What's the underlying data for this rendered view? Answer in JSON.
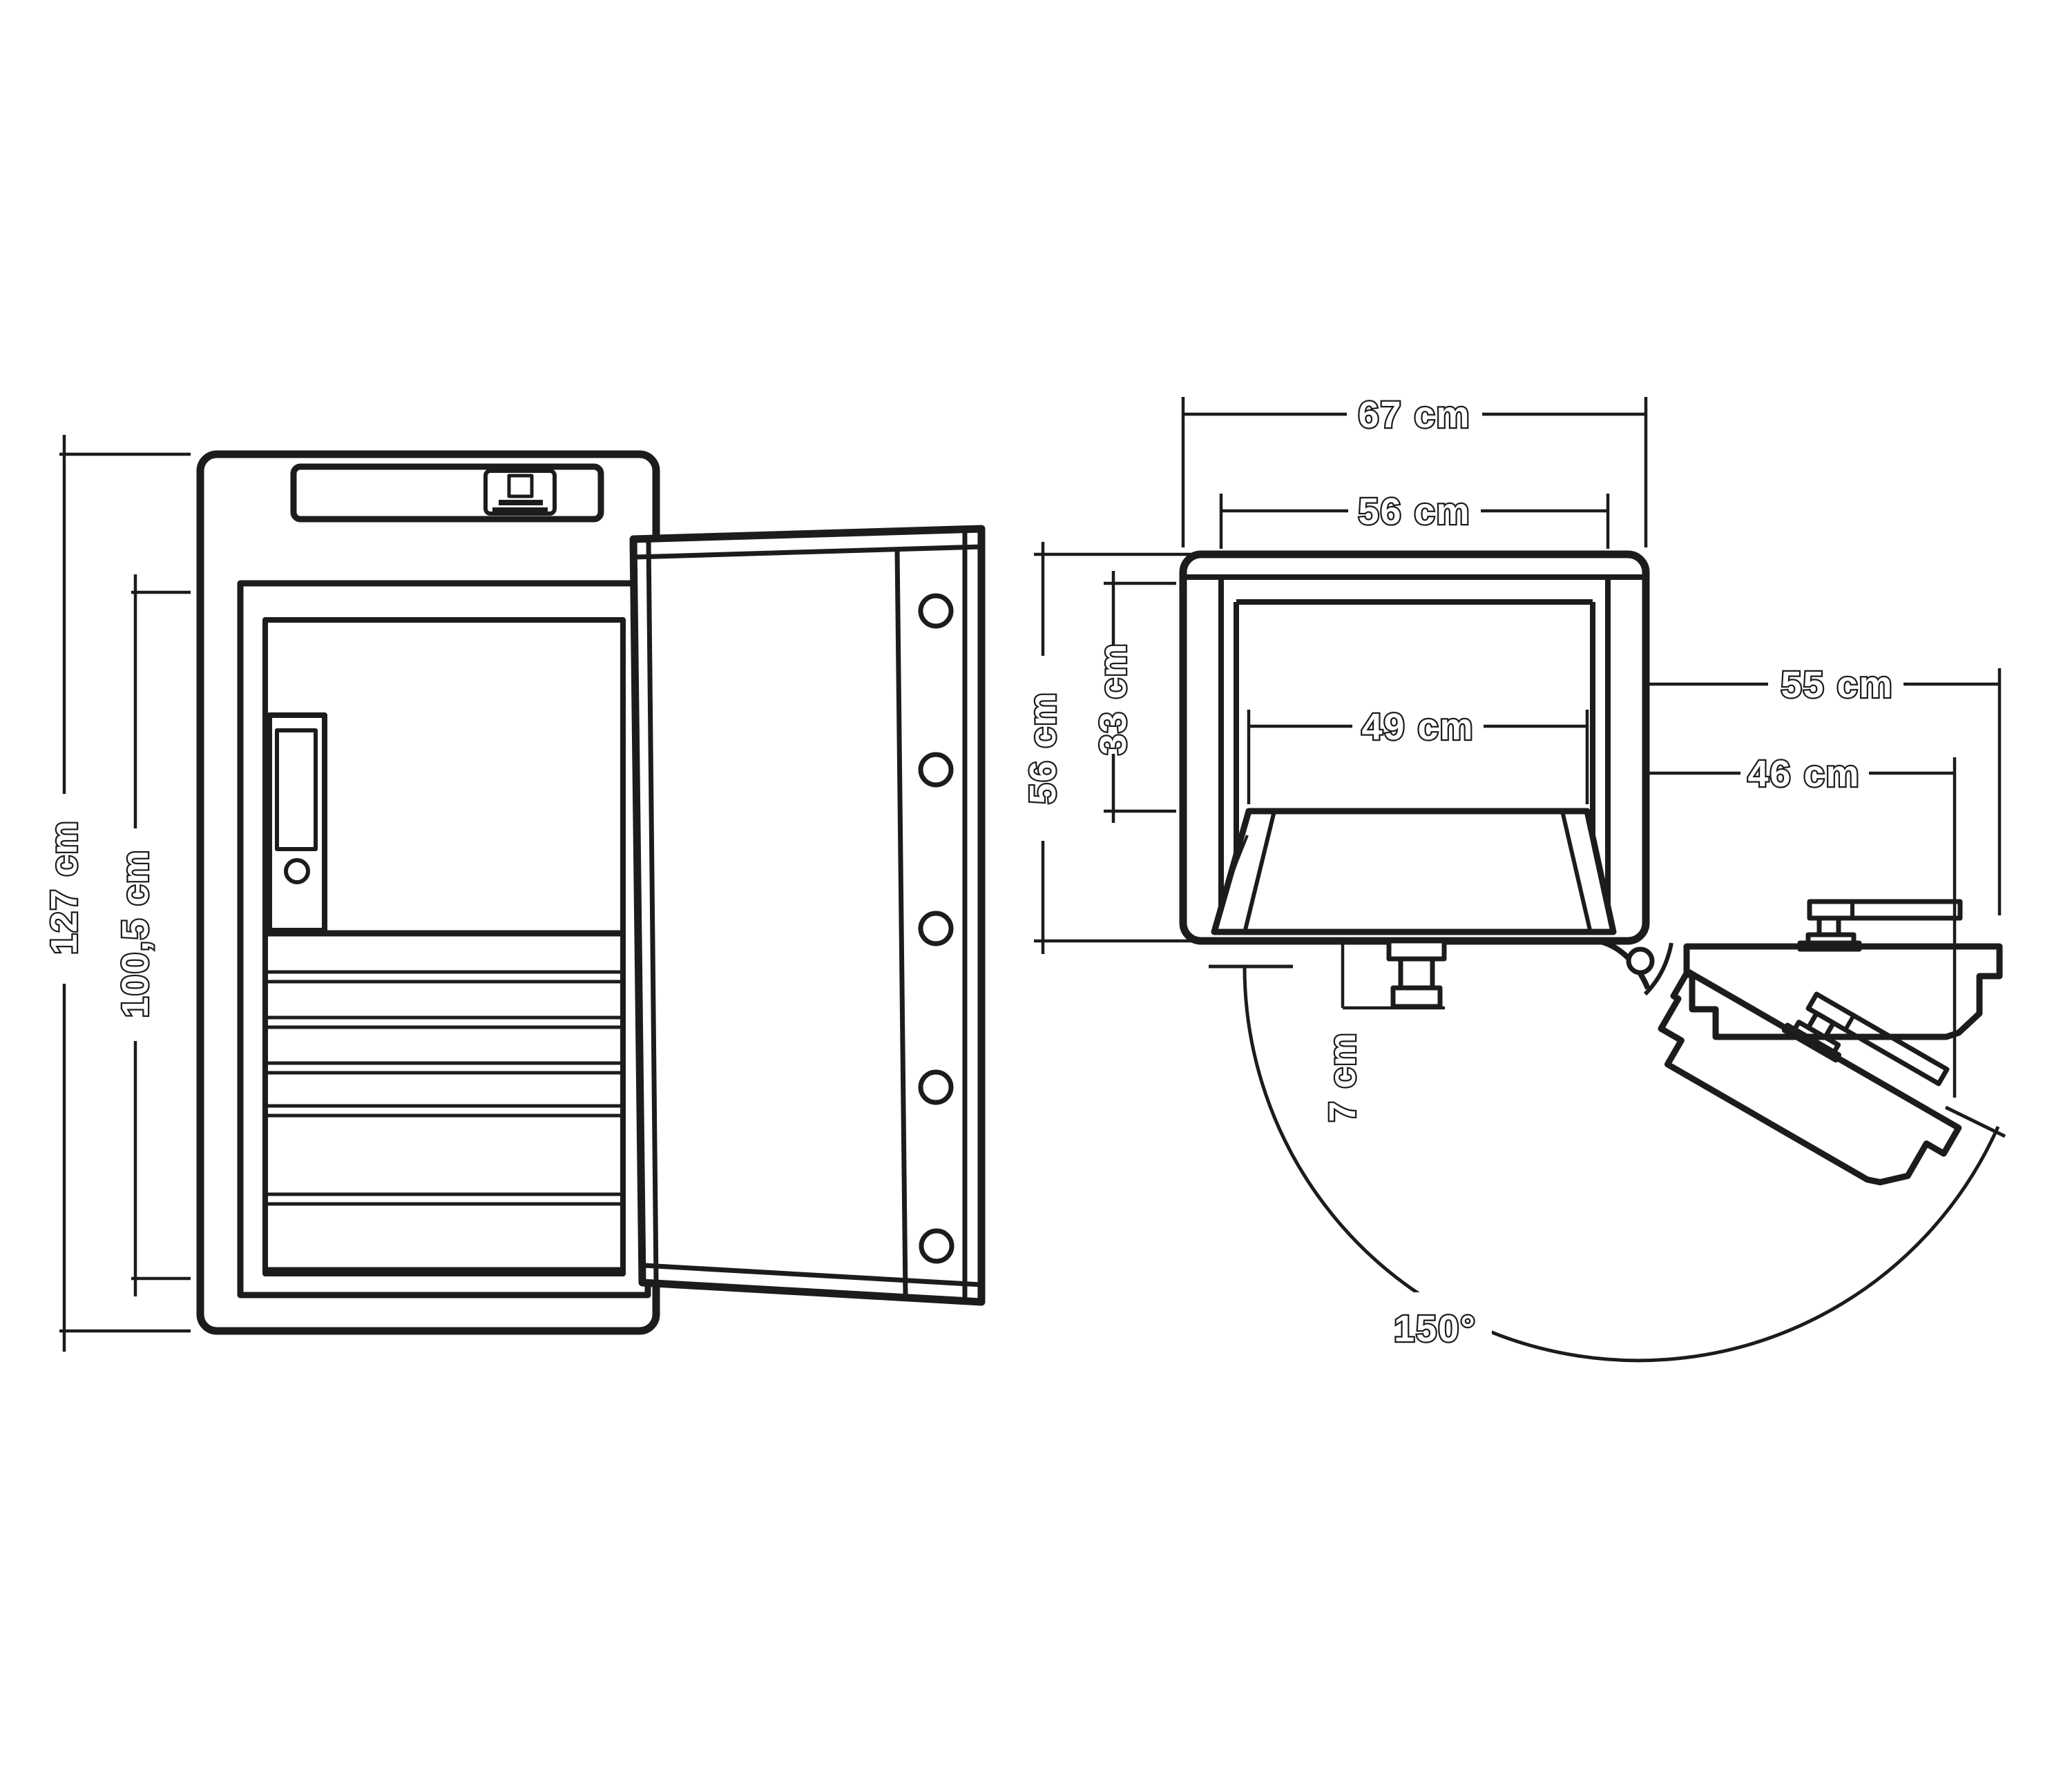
{
  "colors": {
    "line_color": "#1c1c1c",
    "background_color": "#ffffff"
  },
  "front_view": {
    "label_overall_height": "127 cm",
    "label_interior_height": "100,5 cm",
    "door_bolt_count": 5
  },
  "top_view": {
    "label_overall_width": "67 cm",
    "label_interior_width": "56 cm",
    "label_overall_depth": "56 cm",
    "label_interior_depth_top": "33 cm",
    "label_drawer_width": "49 cm",
    "label_door_swing_clearance": "55 cm",
    "label_door_projection": "46 cm",
    "label_plinth_height": "7 cm",
    "label_door_opening_angle": "150°"
  }
}
